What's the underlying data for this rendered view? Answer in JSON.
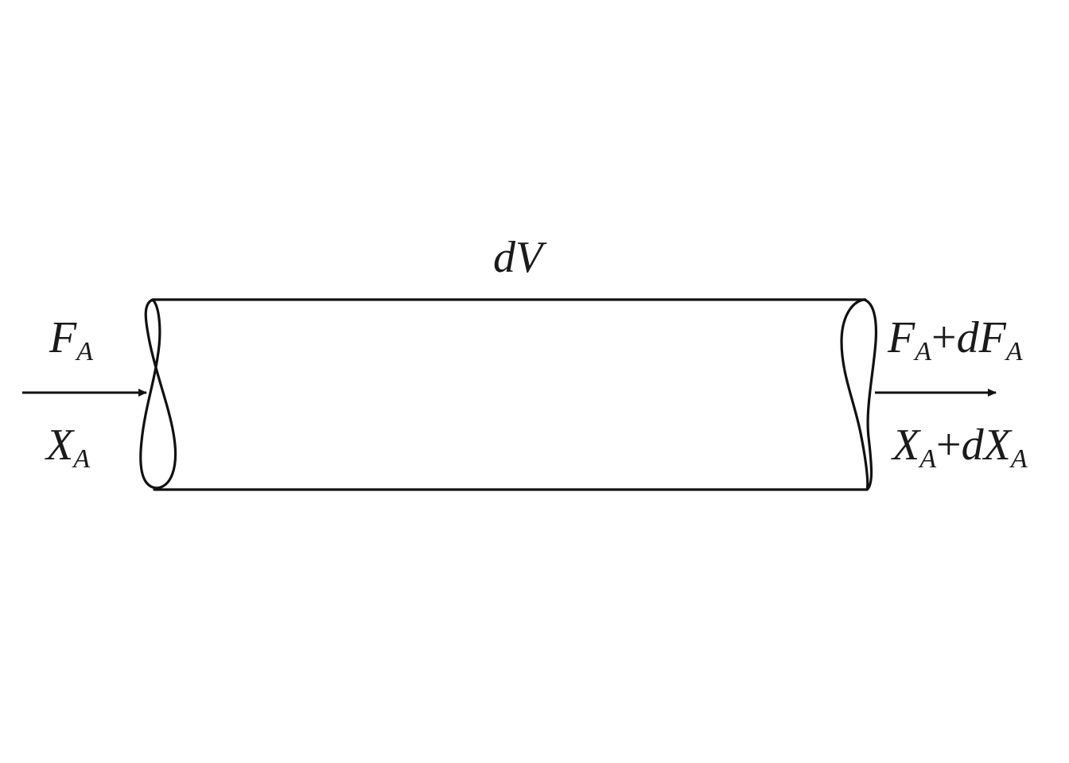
{
  "labels": {
    "volume": {
      "sym": "dV"
    },
    "inlet_flow": {
      "main": "F",
      "sub": "A"
    },
    "inlet_conversion": {
      "main": "X",
      "sub": "A"
    },
    "outlet_flow": {
      "main1": "F",
      "sub1": "A",
      "op": "+",
      "main2": "dF",
      "sub2": "A"
    },
    "outlet_conversion": {
      "main1": "X",
      "sub1": "A",
      "op": "+",
      "main2": "dX",
      "sub2": "A"
    }
  },
  "colors": {
    "stroke": "#111111",
    "text": "#1a1a1a",
    "background": "#ffffff"
  }
}
